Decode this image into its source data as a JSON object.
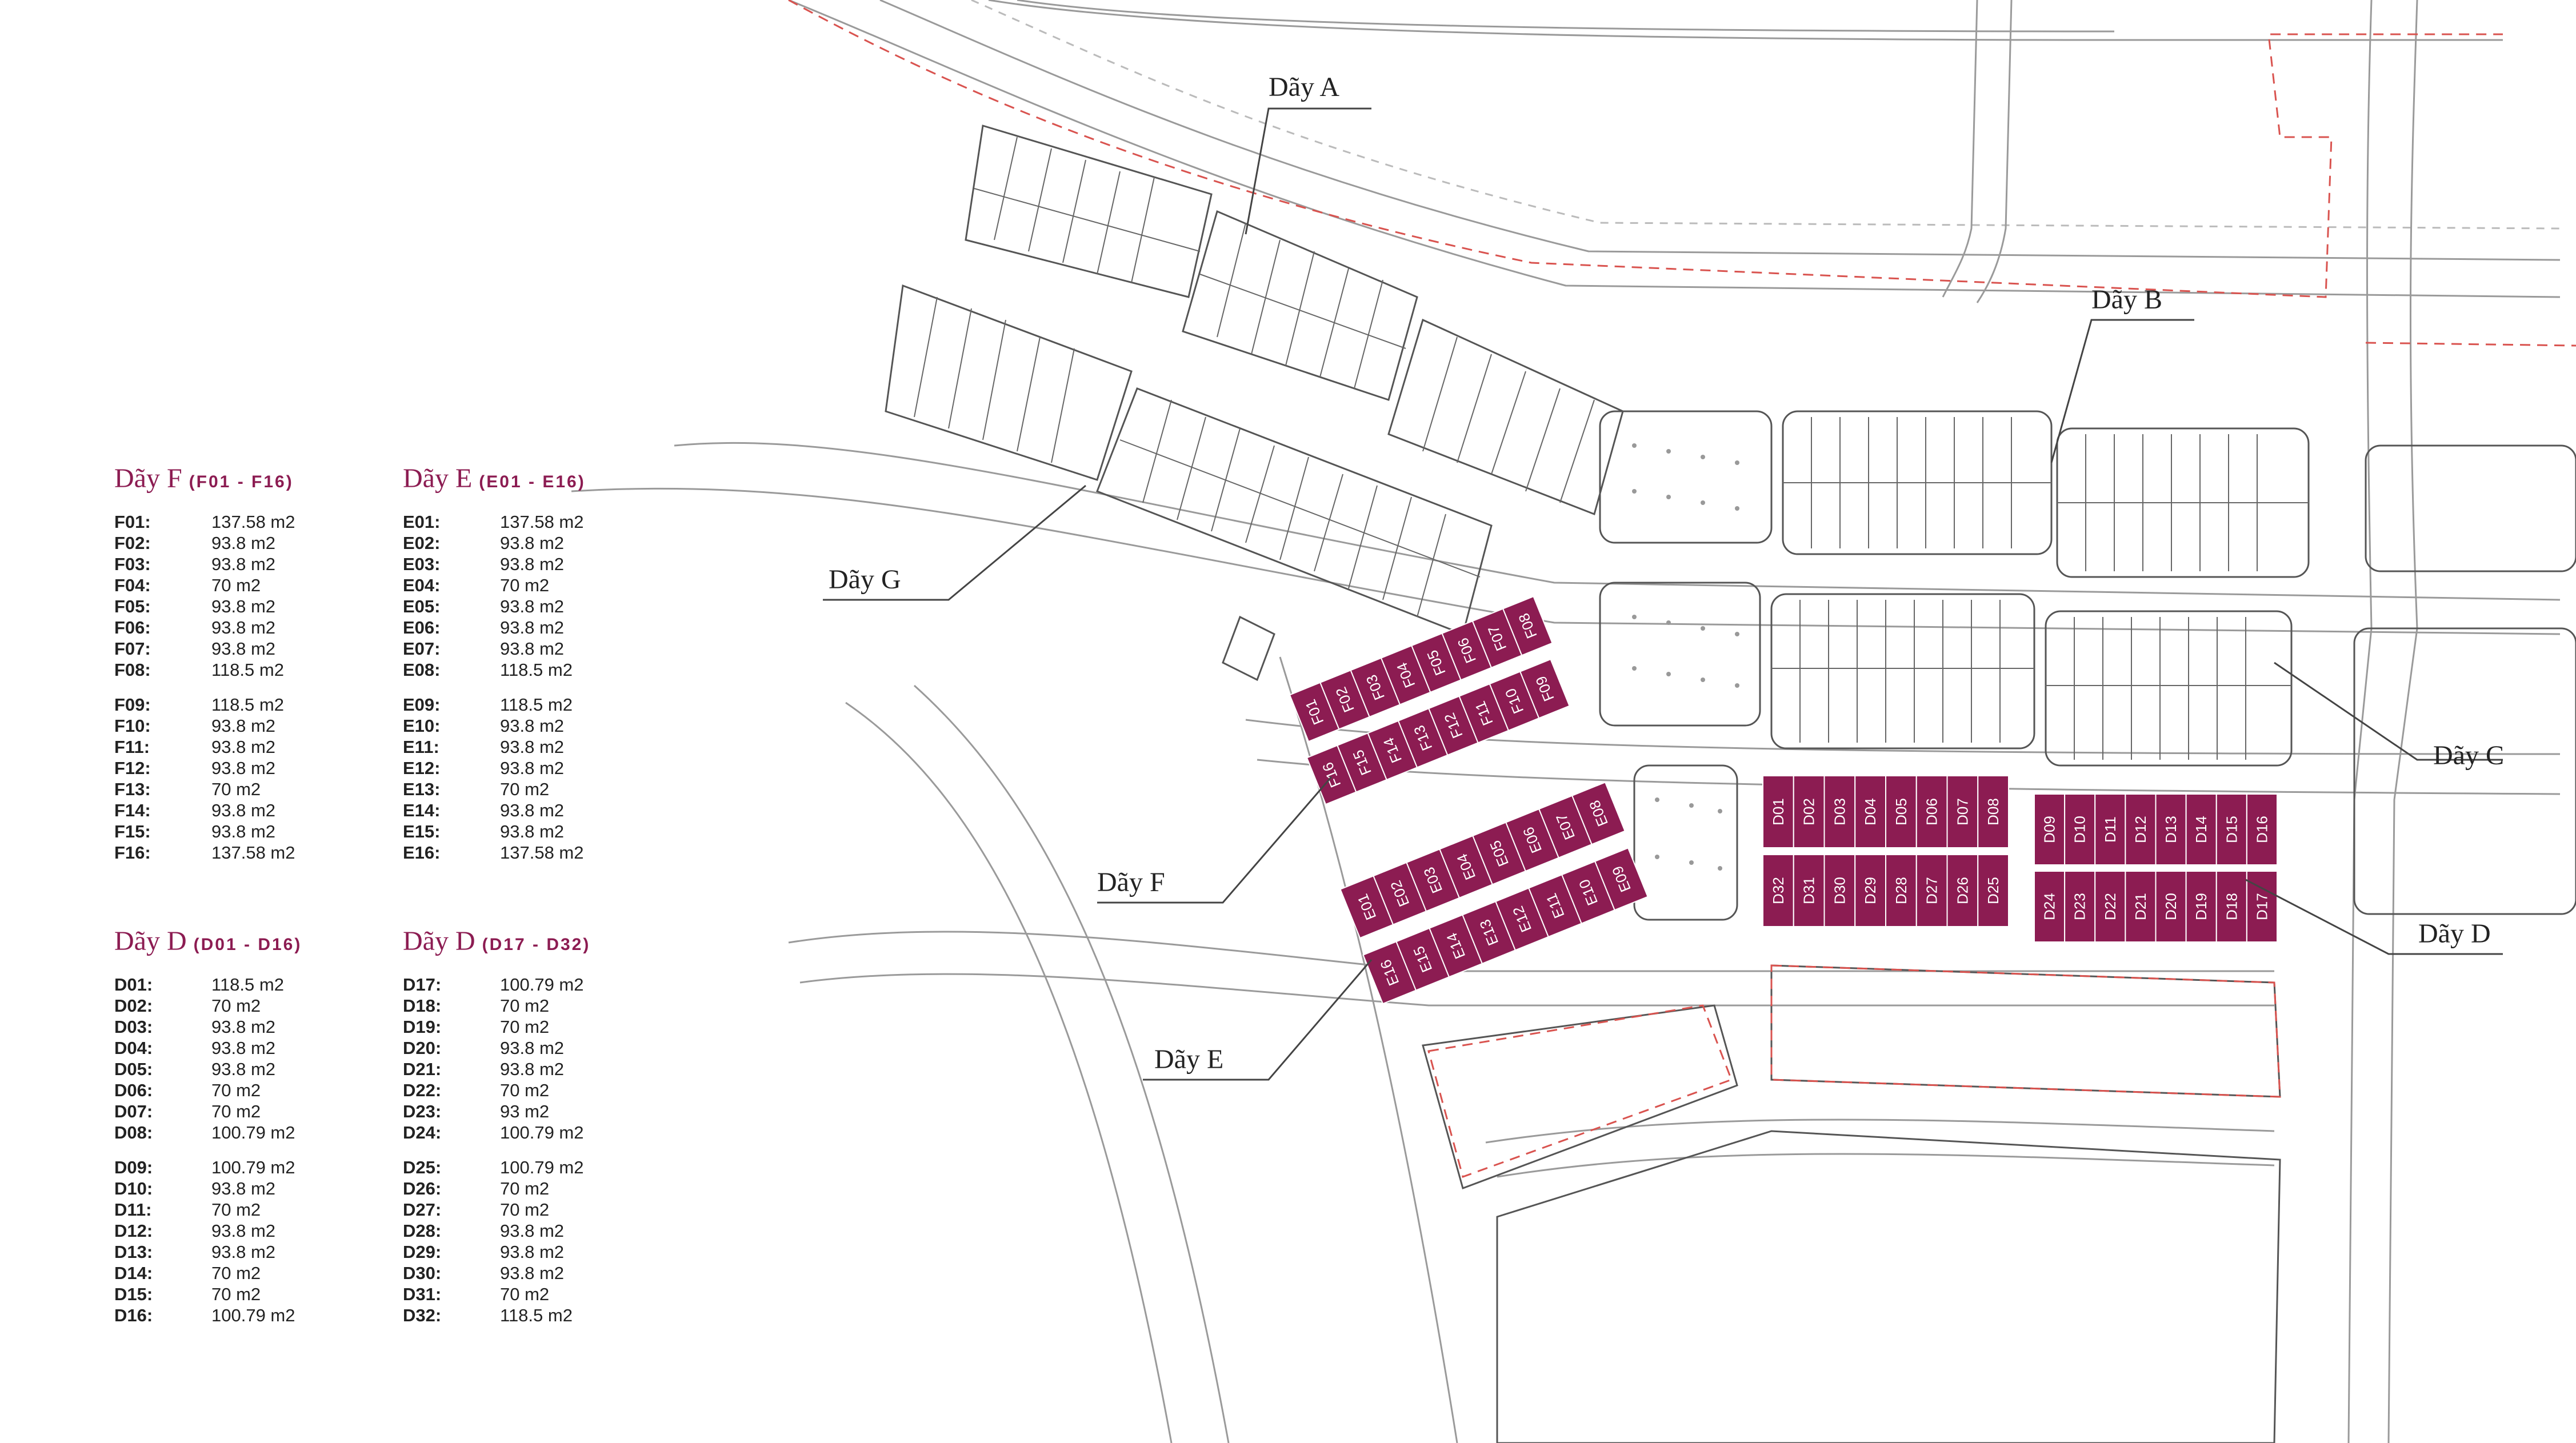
{
  "legend": {
    "groups": [
      {
        "title": "Dãy F",
        "range": "(F01 - F16)",
        "rows": [
          {
            "code": "F01:",
            "area": "137.58 m2"
          },
          {
            "code": "F02:",
            "area": "93.8 m2"
          },
          {
            "code": "F03:",
            "area": "93.8 m2"
          },
          {
            "code": "F04:",
            "area": "70 m2"
          },
          {
            "code": "F05:",
            "area": "93.8 m2"
          },
          {
            "code": "F06:",
            "area": "93.8 m2"
          },
          {
            "code": "F07:",
            "area": "93.8 m2"
          },
          {
            "code": "F08:",
            "area": "118.5 m2"
          },
          {
            "code": "F09:",
            "area": "118.5 m2"
          },
          {
            "code": "F10:",
            "area": "93.8 m2"
          },
          {
            "code": "F11:",
            "area": "93.8 m2"
          },
          {
            "code": "F12:",
            "area": "93.8 m2"
          },
          {
            "code": "F13:",
            "area": "70 m2"
          },
          {
            "code": "F14:",
            "area": "93.8 m2"
          },
          {
            "code": "F15:",
            "area": "93.8 m2"
          },
          {
            "code": "F16:",
            "area": "137.58 m2"
          }
        ]
      },
      {
        "title": "Dãy E",
        "range": "(E01 - E16)",
        "rows": [
          {
            "code": "E01:",
            "area": "137.58 m2"
          },
          {
            "code": "E02:",
            "area": "93.8 m2"
          },
          {
            "code": "E03:",
            "area": "93.8 m2"
          },
          {
            "code": "E04:",
            "area": "70 m2"
          },
          {
            "code": "E05:",
            "area": "93.8 m2"
          },
          {
            "code": "E06:",
            "area": "93.8 m2"
          },
          {
            "code": "E07:",
            "area": "93.8 m2"
          },
          {
            "code": "E08:",
            "area": "118.5 m2"
          },
          {
            "code": "E09:",
            "area": "118.5 m2"
          },
          {
            "code": "E10:",
            "area": "93.8 m2"
          },
          {
            "code": "E11:",
            "area": "93.8 m2"
          },
          {
            "code": "E12:",
            "area": "93.8 m2"
          },
          {
            "code": "E13:",
            "area": "70 m2"
          },
          {
            "code": "E14:",
            "area": "93.8 m2"
          },
          {
            "code": "E15:",
            "area": "93.8 m2"
          },
          {
            "code": "E16:",
            "area": "137.58 m2"
          }
        ]
      },
      {
        "title": "Dãy D",
        "range": "(D01 - D16)",
        "rows": [
          {
            "code": "D01:",
            "area": "118.5 m2"
          },
          {
            "code": "D02:",
            "area": "70 m2"
          },
          {
            "code": "D03:",
            "area": "93.8 m2"
          },
          {
            "code": "D04:",
            "area": "93.8 m2"
          },
          {
            "code": "D05:",
            "area": "93.8 m2"
          },
          {
            "code": "D06:",
            "area": "70 m2"
          },
          {
            "code": "D07:",
            "area": "70 m2"
          },
          {
            "code": "D08:",
            "area": "100.79 m2"
          },
          {
            "code": "D09:",
            "area": "100.79 m2"
          },
          {
            "code": "D10:",
            "area": "93.8 m2"
          },
          {
            "code": "D11:",
            "area": "70 m2"
          },
          {
            "code": "D12:",
            "area": "93.8 m2"
          },
          {
            "code": "D13:",
            "area": "93.8 m2"
          },
          {
            "code": "D14:",
            "area": "70 m2"
          },
          {
            "code": "D15:",
            "area": "70 m2"
          },
          {
            "code": "D16:",
            "area": "100.79 m2"
          }
        ]
      },
      {
        "title": "Dãy D",
        "range": "(D17 - D32)",
        "rows": [
          {
            "code": "D17:",
            "area": "100.79 m2"
          },
          {
            "code": "D18:",
            "area": "70 m2"
          },
          {
            "code": "D19:",
            "area": "70 m2"
          },
          {
            "code": "D20:",
            "area": "93.8 m2"
          },
          {
            "code": "D21:",
            "area": "93.8 m2"
          },
          {
            "code": "D22:",
            "area": "70 m2"
          },
          {
            "code": "D23:",
            "area": "93 m2"
          },
          {
            "code": "D24:",
            "area": "100.79 m2"
          },
          {
            "code": "D25:",
            "area": "100.79 m2"
          },
          {
            "code": "D26:",
            "area": "70 m2"
          },
          {
            "code": "D27:",
            "area": "70 m2"
          },
          {
            "code": "D28:",
            "area": "93.8 m2"
          },
          {
            "code": "D29:",
            "area": "93.8 m2"
          },
          {
            "code": "D30:",
            "area": "93.8 m2"
          },
          {
            "code": "D31:",
            "area": "70 m2"
          },
          {
            "code": "D32:",
            "area": "118.5 m2"
          }
        ]
      }
    ]
  },
  "map": {
    "row_labels": {
      "a": "Dãy A",
      "b": "Dãy B",
      "c": "Dãy C",
      "d": "Dãy D",
      "e": "Dãy E",
      "f": "Dãy F",
      "g": "Dãy G"
    },
    "highlight_color": "#8c1c52",
    "plots": {
      "f_top": [
        "F01",
        "F02",
        "F03",
        "F04",
        "F05",
        "F06",
        "F07",
        "F08"
      ],
      "f_bottom": [
        "F16",
        "F15",
        "F14",
        "F13",
        "F12",
        "F11",
        "F10",
        "F09"
      ],
      "e_top": [
        "E01",
        "E02",
        "E03",
        "E04",
        "E05",
        "E06",
        "E07",
        "E08"
      ],
      "e_bottom": [
        "E16",
        "E15",
        "E14",
        "E13",
        "E12",
        "E11",
        "E10",
        "E09"
      ],
      "d1_top": [
        "D01",
        "D02",
        "D03",
        "D04",
        "D05",
        "D06",
        "D07",
        "D08"
      ],
      "d1_bottom": [
        "D32",
        "D31",
        "D30",
        "D29",
        "D28",
        "D27",
        "D26",
        "D25"
      ],
      "d2_top": [
        "D09",
        "D10",
        "D11",
        "D12",
        "D13",
        "D14",
        "D15",
        "D16"
      ],
      "d2_bottom": [
        "D24",
        "D23",
        "D22",
        "D21",
        "D20",
        "D19",
        "D18",
        "D17"
      ]
    }
  }
}
